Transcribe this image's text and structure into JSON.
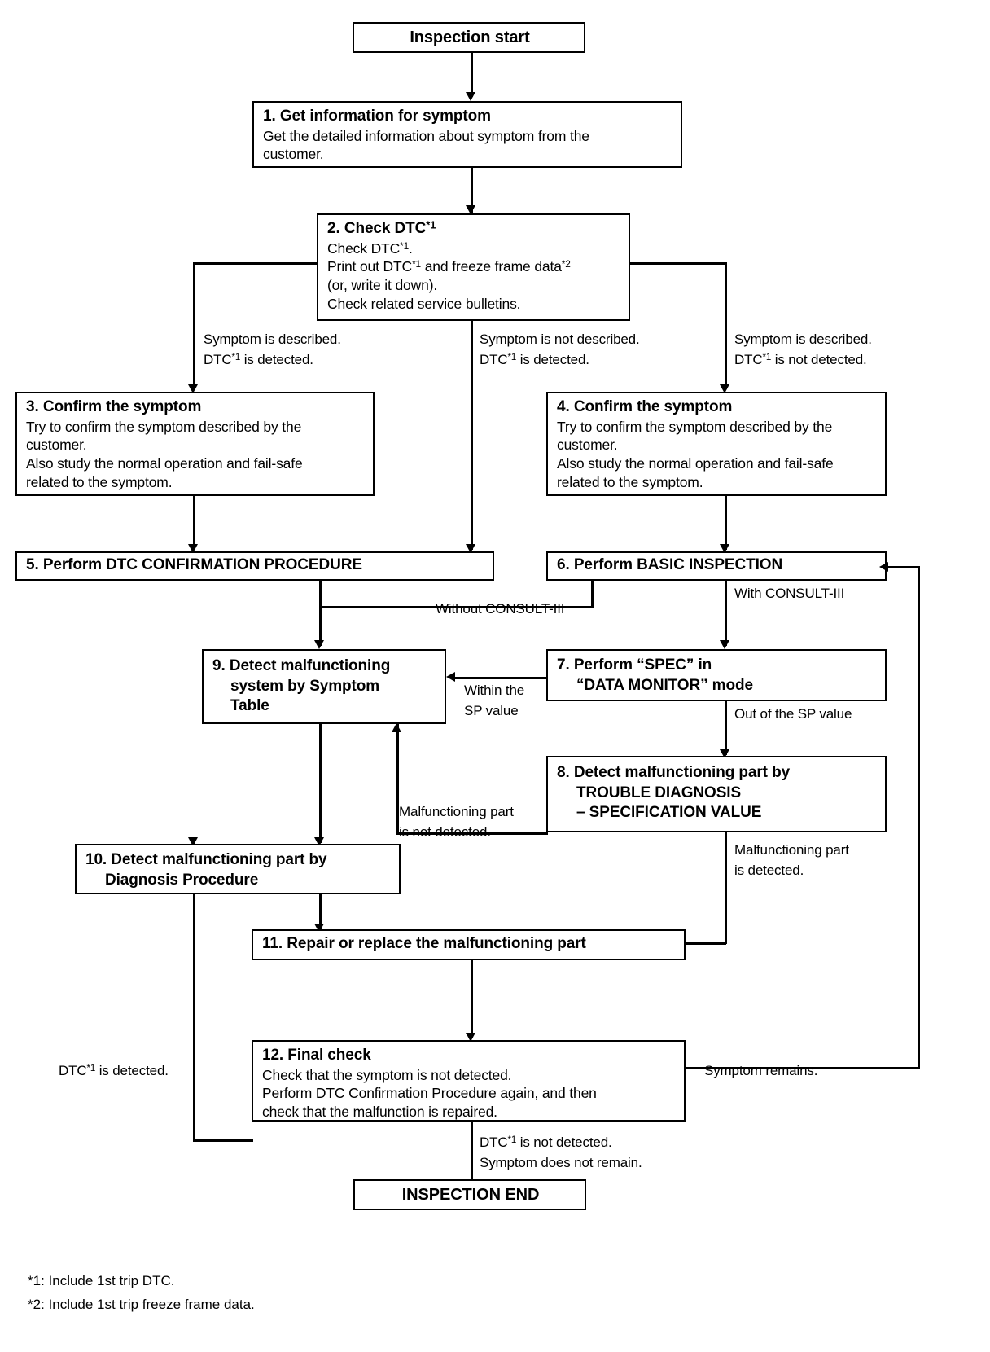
{
  "diagram": {
    "title": "Trouble Diagnosis Basic Flow",
    "nodes": {
      "start": {
        "label": "Inspection start"
      },
      "n1": {
        "title": "1. Get information for symptom",
        "body1": "Get the detailed information about symptom from the",
        "body2": "customer."
      },
      "n2": {
        "title_pre": "2. Check DTC",
        "title_sup": "*1",
        "body1_pre": "Check DTC",
        "body1_sup": "*1",
        "body1_post": ".",
        "body2_pre": "Print out DTC",
        "body2_sup1": "*1",
        "body2_mid": " and freeze frame data",
        "body2_sup2": "*2",
        "body3": "(or, write it down).",
        "body4": "Check related service bulletins."
      },
      "n3": {
        "title": "3. Confirm the symptom",
        "body1": "Try to confirm the symptom described by the",
        "body2": "customer.",
        "body3": "Also study the normal operation and fail-safe",
        "body4": "related to the symptom."
      },
      "n4": {
        "title": "4. Confirm the symptom",
        "body1": "Try to confirm the symptom described by the",
        "body2": "customer.",
        "body3": "Also study the normal operation and fail-safe",
        "body4": "related to the symptom."
      },
      "n5": {
        "title": "5. Perform DTC CONFIRMATION PROCEDURE"
      },
      "n6": {
        "title": "6. Perform BASIC INSPECTION"
      },
      "n7": {
        "line1": "7. Perform “SPEC” in",
        "line2": "“DATA MONITOR” mode"
      },
      "n8": {
        "line1": "8. Detect malfunctioning part by",
        "line2": "TROUBLE DIAGNOSIS",
        "line3": "– SPECIFICATION VALUE"
      },
      "n9": {
        "line1": "9. Detect malfunctioning",
        "line2": "system by Symptom",
        "line3": "Table"
      },
      "n10": {
        "line1": "10. Detect malfunctioning part by",
        "line2": "Diagnosis Procedure"
      },
      "n11": {
        "title": "11. Repair or replace the malfunctioning part"
      },
      "n12": {
        "title": "12. Final check",
        "body1": "Check that the symptom is not detected.",
        "body2": "Perform DTC Confirmation Procedure again, and then",
        "body3": "check that the malfunction is repaired."
      },
      "end": {
        "label": "INSPECTION END"
      }
    },
    "edge_labels": {
      "branch_left_l1": "Symptom is described.",
      "branch_left_l2_pre": "DTC",
      "branch_left_l2_sup": "*1",
      "branch_left_l2_post": " is detected.",
      "branch_mid_l1": "Symptom is not described.",
      "branch_mid_l2_pre": "DTC",
      "branch_mid_l2_sup": "*1",
      "branch_mid_l2_post": " is detected.",
      "branch_right_l1": "Symptom is described.",
      "branch_right_l2_pre": "DTC",
      "branch_right_l2_sup": "*1",
      "branch_right_l2_post": " is not detected.",
      "without_consult": "Without CONSULT-III",
      "with_consult": "With CONSULT-III",
      "within_sp_l1": "Within the",
      "within_sp_l2": "SP value",
      "out_of_sp": "Out of the SP value",
      "part_not_detected_l1": "Malfunctioning part",
      "part_not_detected_l2": "is not detected.",
      "part_detected_l1": "Malfunctioning part",
      "part_detected_l2": "is detected.",
      "dtc_detected_pre": "DTC",
      "dtc_detected_sup": "*1",
      "dtc_detected_post": " is detected.",
      "symptom_remains": "Symptom remains.",
      "final_ok_l1_pre": "DTC",
      "final_ok_l1_sup": "*1",
      "final_ok_l1_post": " is not detected.",
      "final_ok_l2": "Symptom does not remain."
    },
    "footnotes": {
      "f1": "*1: Include 1st trip DTC.",
      "f2": "*2: Include 1st trip freeze frame data."
    },
    "colors": {
      "line": "#000000",
      "background": "#ffffff",
      "text": "#000000"
    }
  }
}
